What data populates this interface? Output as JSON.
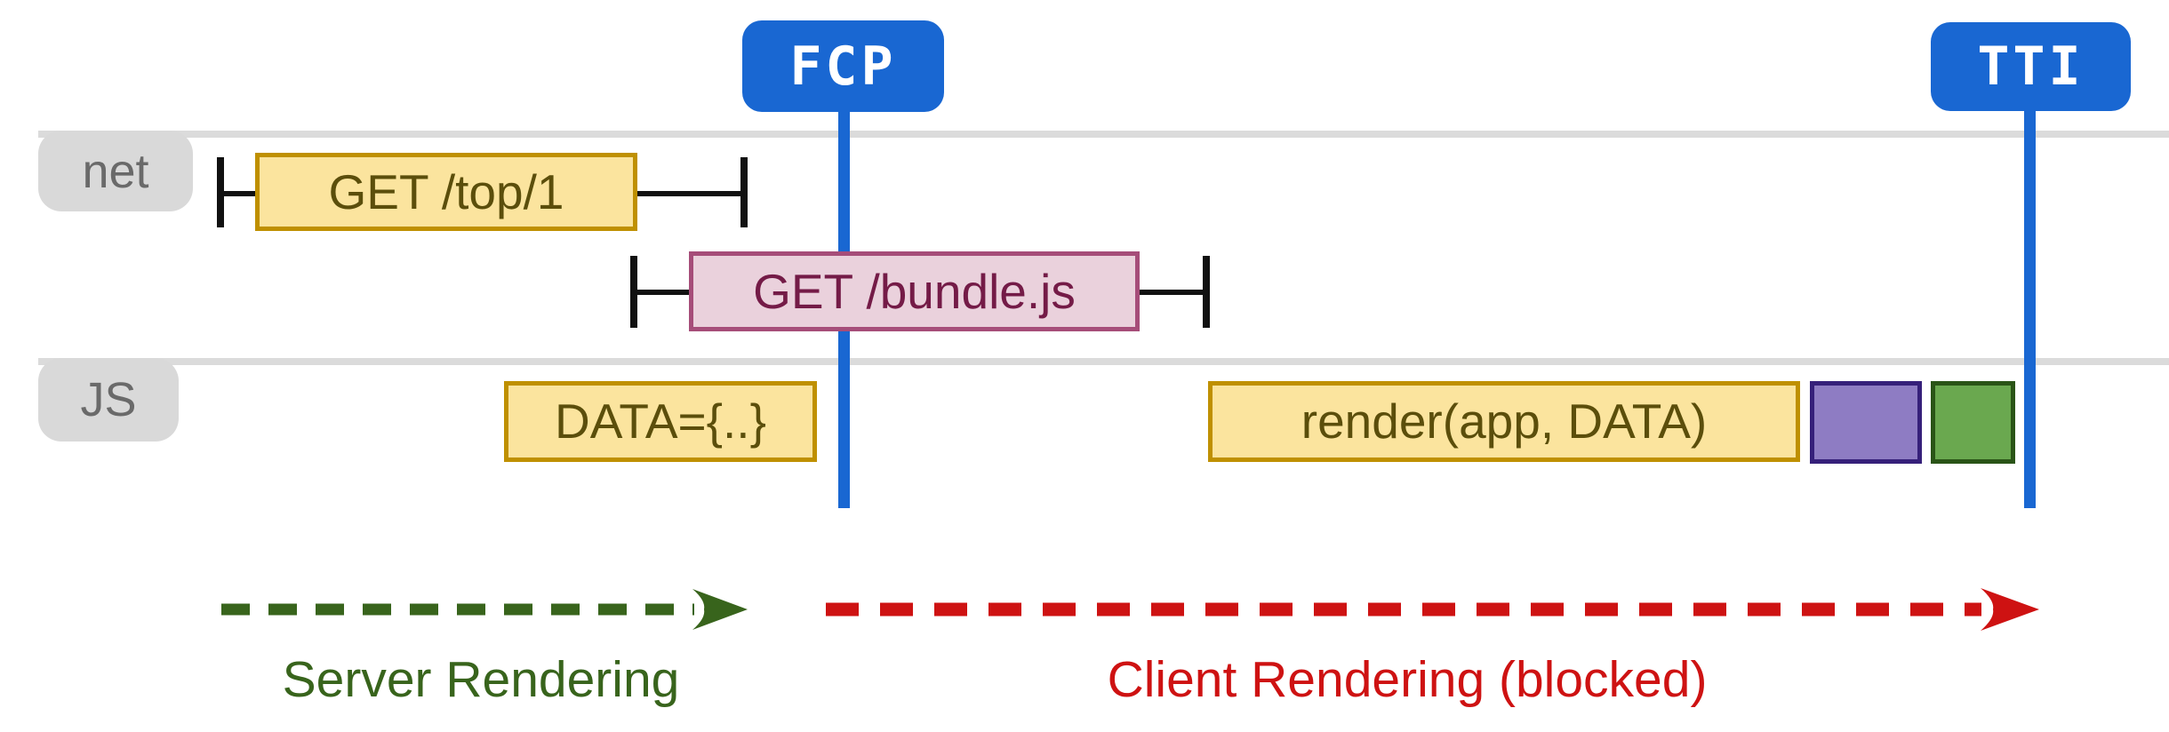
{
  "markers": {
    "fcp": {
      "label": "FCP"
    },
    "tti": {
      "label": "TTI"
    }
  },
  "lanes": {
    "net": {
      "label": "net"
    },
    "js": {
      "label": "JS"
    }
  },
  "requests": {
    "top": {
      "label": "GET /top/1"
    },
    "bundle": {
      "label": "GET /bundle.js"
    }
  },
  "js_tasks": {
    "data": {
      "label": "DATA={..}"
    },
    "render": {
      "label": "render(app, DATA)"
    }
  },
  "phases": {
    "server": {
      "label": "Server Rendering"
    },
    "client": {
      "label": "Client Rendering (blocked)"
    }
  },
  "colors": {
    "pageBg": "#ffffff",
    "markerBlue": "#1967d2",
    "laneLine": "#dbdbdb",
    "laneLabelBg": "#d9d9d9",
    "laneLabelText": "#6a6a6a",
    "whisker": "#111111",
    "yellowFill": "#fbe49e",
    "yellowBorder": "#bf9000",
    "yellowText": "#5b4e0b",
    "pinkFill": "#ead1dc",
    "pinkBorder": "#a64d79",
    "pinkText": "#741b47",
    "purpleFill": "#8e7cc3",
    "purpleBorder": "#36207a",
    "greenFill": "#6aa84f",
    "greenBorder": "#2a5417",
    "phaseServer": "#38641c",
    "phaseClient": "#ce1212"
  }
}
